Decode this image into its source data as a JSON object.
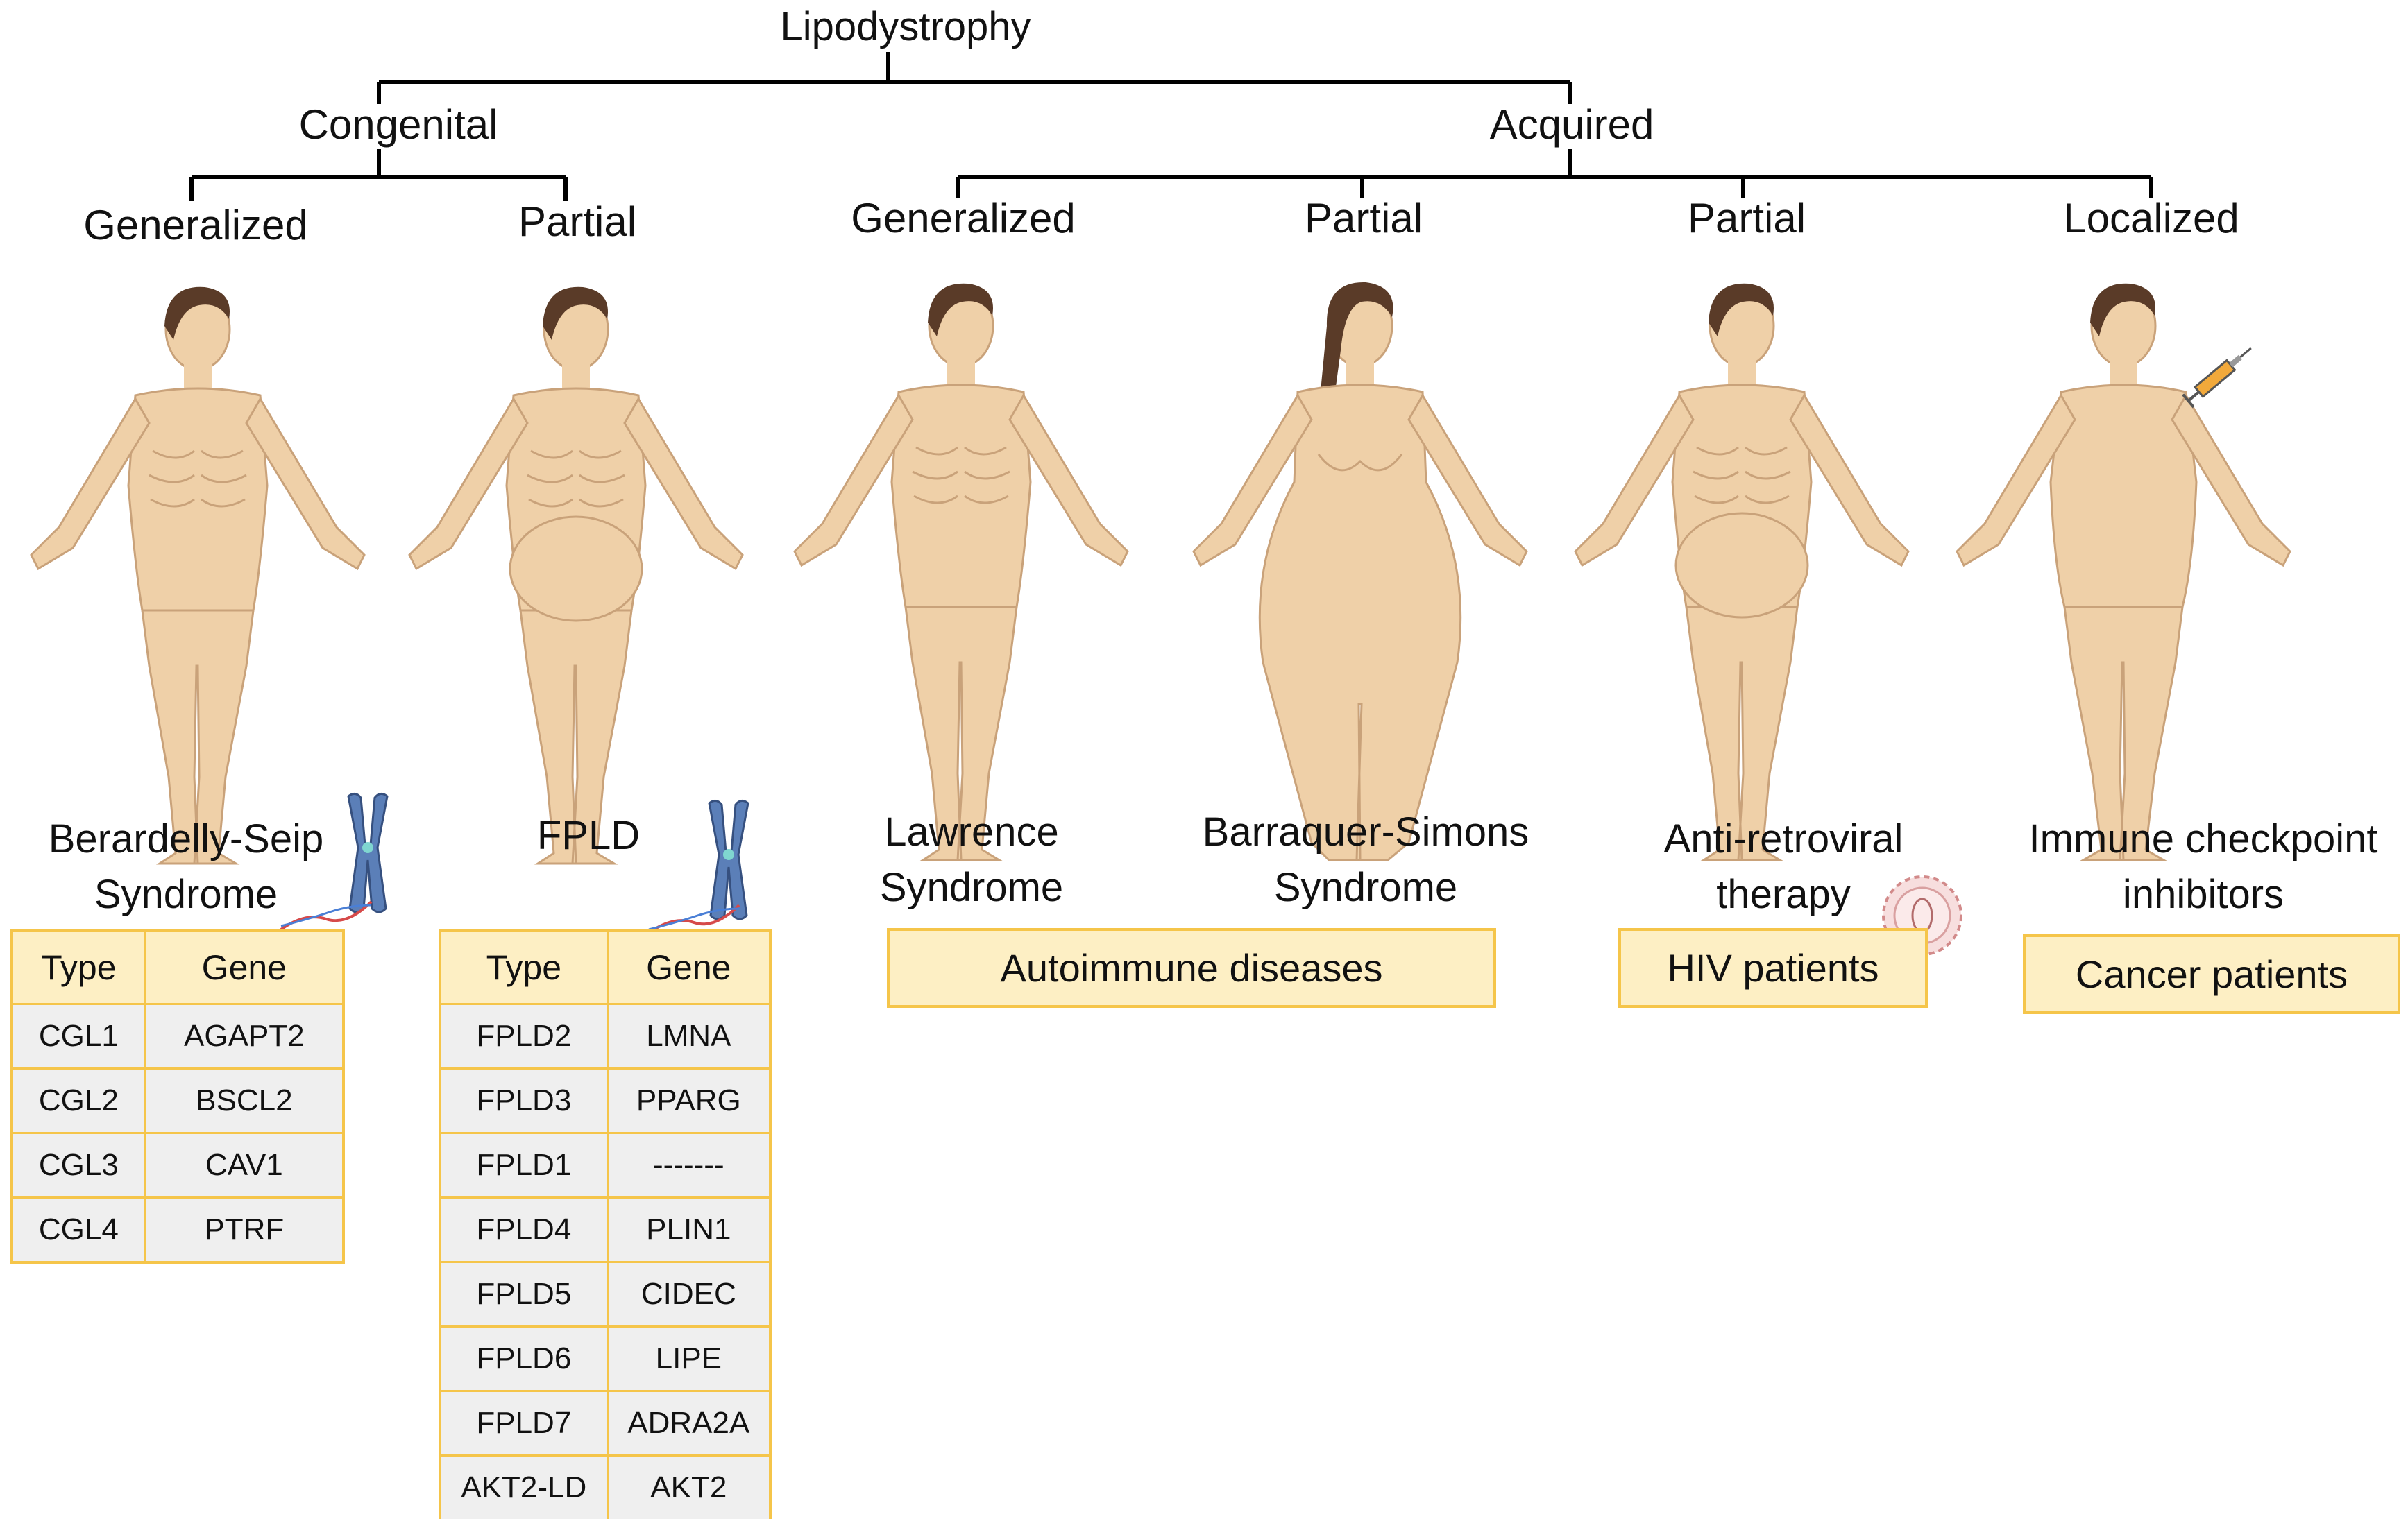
{
  "root": "Lipodystrophy",
  "level1": {
    "congenital": "Congenital",
    "acquired": "Acquired"
  },
  "level2": [
    "Generalized",
    "Partial",
    "Generalized",
    "Partial",
    "Partial",
    "Localized"
  ],
  "conditions": [
    {
      "lines": [
        "Berardelly-Seip",
        "Syndrome"
      ]
    },
    {
      "lines": [
        "FPLD"
      ]
    },
    {
      "lines": [
        "Lawrence",
        "Syndrome"
      ]
    },
    {
      "lines": [
        "Barraquer-Simons",
        "Syndrome"
      ]
    },
    {
      "lines": [
        "Anti-retroviral",
        "therapy"
      ]
    },
    {
      "lines": [
        "Immune checkpoint",
        "inhibitors"
      ]
    }
  ],
  "boxes": {
    "autoimmune": "Autoimmune diseases",
    "hiv": "HIV patients",
    "cancer": "Cancer patients"
  },
  "cgl_table": {
    "headers": [
      "Type",
      "Gene"
    ],
    "rows": [
      [
        "CGL1",
        "AGAPT2"
      ],
      [
        "CGL2",
        "BSCL2"
      ],
      [
        "CGL3",
        "CAV1"
      ],
      [
        "CGL4",
        "PTRF"
      ]
    ]
  },
  "fpld_table": {
    "headers": [
      "Type",
      "Gene"
    ],
    "rows": [
      [
        "FPLD2",
        "LMNA"
      ],
      [
        "FPLD3",
        "PPARG"
      ],
      [
        "FPLD1",
        "-------"
      ],
      [
        "FPLD4",
        "PLIN1"
      ],
      [
        "FPLD5",
        "CIDEC"
      ],
      [
        "FPLD6",
        "LIPE"
      ],
      [
        "FPLD7",
        "ADRA2A"
      ],
      [
        "AKT2-LD",
        "AKT2"
      ]
    ]
  },
  "colors": {
    "skin": "#efd0a8",
    "skin_line": "#c9a27a",
    "hair": "#5a3b28",
    "box_fill": "#fdefc4",
    "box_border": "#f5c54a",
    "chromosome": "#5b7fb8",
    "cell_fill": "#efefef"
  }
}
